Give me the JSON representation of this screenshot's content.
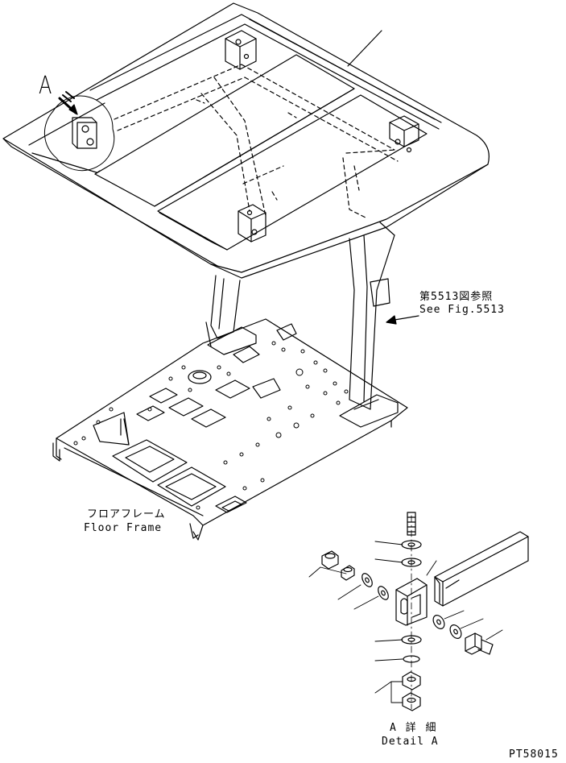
{
  "labels": {
    "detail_marker": "A",
    "ref_ja": "第5513図参照",
    "ref_en": "See Fig.5513",
    "floor_ja": "フロアフレーム",
    "floor_en": "Floor Frame",
    "detail_ja": "A 詳 細",
    "detail_en": "Detail A",
    "figure_code": "PT58015"
  }
}
